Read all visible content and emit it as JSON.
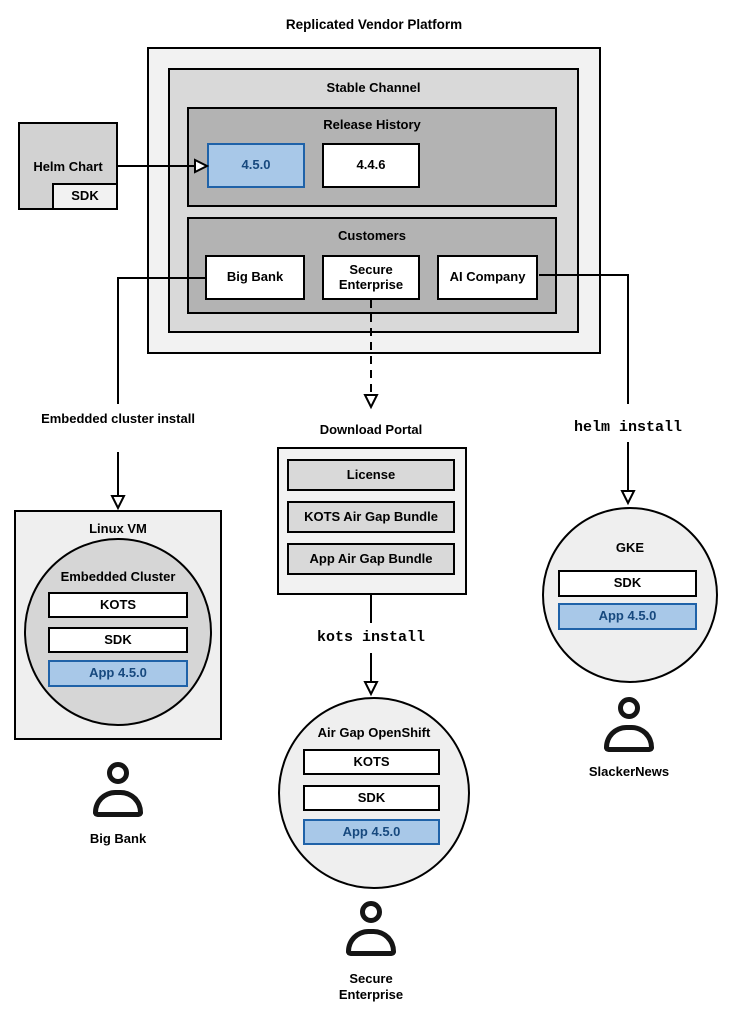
{
  "diagram": {
    "title": "Replicated Vendor Platform",
    "platform": {
      "channel_title": "Stable Channel",
      "release_history": {
        "title": "Release History",
        "releases": [
          "4.5.0",
          "4.4.6"
        ],
        "highlighted_release": "4.5.0"
      },
      "customers": {
        "title": "Customers",
        "items": [
          "Big Bank",
          "Secure Enterprise",
          "AI Company"
        ]
      }
    },
    "helm_chart": {
      "label": "Helm Chart",
      "sdk_label": "SDK"
    },
    "flows": {
      "left": {
        "arrow_label": "Embedded cluster install",
        "vm_title": "Linux VM",
        "cluster_title": "Embedded Cluster",
        "components": [
          "KOTS",
          "SDK"
        ],
        "app_label": "App 4.5.0",
        "user_label": "Big Bank"
      },
      "middle": {
        "portal_title": "Download Portal",
        "portal_items": [
          "License",
          "KOTS Air Gap Bundle",
          "App Air Gap Bundle"
        ],
        "install_label": "kots install",
        "cluster_title": "Air Gap OpenShift",
        "components": [
          "KOTS",
          "SDK"
        ],
        "app_label": "App 4.5.0",
        "user_label": "Secure Enterprise"
      },
      "right": {
        "install_label": "helm install",
        "cluster_title": "GKE",
        "components": [
          "SDK"
        ],
        "app_label": "App 4.5.0",
        "user_label": "SlackerNews"
      }
    },
    "colors": {
      "highlight_fill": "#a8c8e8",
      "highlight_border": "#1f62a8",
      "highlight_text": "#17497e",
      "outer_gray": "#f2f2f2",
      "mid_gray": "#d9d9d9",
      "dark_gray": "#b3b3b3"
    }
  }
}
